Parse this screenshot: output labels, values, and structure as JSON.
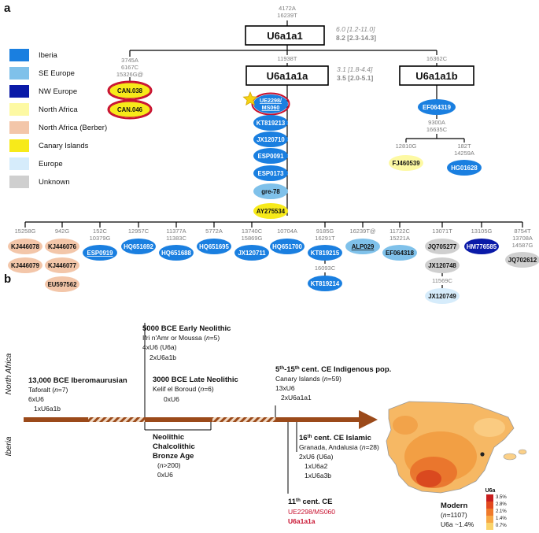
{
  "panels": {
    "a": "a",
    "b": "b"
  },
  "legend": [
    {
      "label": "Iberia",
      "color": "#1a7fe0"
    },
    {
      "label": "SE Europe",
      "color": "#7fc1ea"
    },
    {
      "label": "NW Europe",
      "color": "#0a1aa8"
    },
    {
      "label": "North Africa",
      "color": "#fdf9a3"
    },
    {
      "label": "North Africa (Berber)",
      "color": "#f3c6a9"
    },
    {
      "label": "Canary Islands",
      "color": "#f7ea1a"
    },
    {
      "label": "Europe",
      "color": "#d6ecfb"
    },
    {
      "label": "Unknown",
      "color": "#cfcfcf"
    }
  ],
  "tree": {
    "root_mutations": [
      "4172A",
      "16239T"
    ],
    "root": "U6a1a1",
    "root_age_italic": "6.0 [1.2-11.0]",
    "root_age_bold": "8.2 [2.3-14.3]",
    "can_mutations": [
      "3745A",
      "6167C",
      "15326G@"
    ],
    "can_samples": [
      "CAN.038",
      "CAN.046"
    ],
    "a_mutation": "11938T",
    "a_name": "U6a1a1a",
    "a_age_italic": "3.1 [1.8-4.4]",
    "a_age_bold": "3.5 [2.0-5.1]",
    "a_samples": [
      "UE2298/",
      "MS060",
      "KT819213",
      "JX120710",
      "ESP0091",
      "ESP0173",
      "gre-78",
      "AY275534"
    ],
    "b_mutation": "16362C",
    "b_name": "U6a1a1b",
    "b_samples": [
      "EF064319",
      "FJ460539",
      "HG01628"
    ],
    "b_mid_mutations": [
      "9300A",
      "16635C"
    ],
    "b_left_mutation": "12810G",
    "b_right_mutations": [
      "182T",
      "14259A"
    ],
    "lower": [
      {
        "muts": [
          "15258G"
        ],
        "samples": [
          "KJ446078",
          "KJ446079"
        ]
      },
      {
        "muts": [
          "942G"
        ],
        "samples": [
          "KJ446076",
          "KJ446077",
          "EU597562"
        ]
      },
      {
        "muts": [
          "152C",
          "10379G"
        ],
        "samples": [
          "ESP0919"
        ]
      },
      {
        "muts": [
          "12957C"
        ],
        "samples": [
          "HQ651692"
        ]
      },
      {
        "muts": [
          "11377A",
          "11383C"
        ],
        "samples": [
          "HQ651688"
        ]
      },
      {
        "muts": [
          "5772A"
        ],
        "samples": [
          "HQ651695"
        ]
      },
      {
        "muts": [
          "13740C",
          "15869G"
        ],
        "samples": [
          "JX120711"
        ]
      },
      {
        "muts": [
          "10704A"
        ],
        "samples": [
          "HQ651700"
        ]
      },
      {
        "muts": [
          "9185G",
          "16291T"
        ],
        "samples": [
          "KT819215"
        ],
        "sub_mut": "16093C",
        "sub_sample": "KT819214"
      },
      {
        "muts": [
          "16239T@"
        ],
        "samples": [
          "ALP029"
        ]
      },
      {
        "muts": [
          "11722C",
          "15221A"
        ],
        "samples": [
          "EF064318"
        ]
      },
      {
        "muts": [
          "13071T"
        ],
        "samples": [
          "JQ705277",
          "JX120748"
        ],
        "sub_mut": "11569C",
        "sub_sample": "JX120749"
      },
      {
        "muts": [
          "13105G"
        ],
        "samples": [
          "HM776585"
        ]
      },
      {
        "muts": [
          "8754T",
          "13708A",
          "14587G"
        ],
        "samples": [
          "JQ702612"
        ]
      }
    ]
  },
  "timeline": {
    "row_label_top": "North Africa",
    "row_label_bottom": "Iberia",
    "e1_title": "13,000 BCE Iberomaurusian",
    "e1_place": "Taforalt (",
    "e1_n": "n",
    "e1_count": "=7)",
    "e1_lines": [
      "6xU6",
      "1xU6a1b"
    ],
    "e2_title": "5000 BCE Early Neolithic",
    "e2_place": "Ifri n'Amr or Moussa (",
    "e2_n": "n",
    "e2_count": "=5)",
    "e2_lines": [
      "4xU6 (U6a)",
      "2xU6a1b"
    ],
    "e3_title": "3000 BCE Late Neolithic",
    "e3_place": "Kelif el Boroud (",
    "e3_n": "n",
    "e3_count": "=6)",
    "e3_lines": [
      "0xU6"
    ],
    "e4_title_sup": "th",
    "e4_title_a": "5",
    "e4_title_b": "-15",
    "e4_title_c": " cent. CE Indigenous pop.",
    "e4_place": "Canary Islands (",
    "e4_n": "n",
    "e4_count": "=59)",
    "e4_lines": [
      "13xU6",
      "2xU6a1a1"
    ],
    "e5_title": [
      "Neolithic",
      "Chalcolithic",
      "Bronze Age"
    ],
    "e5_n": "n",
    "e5_count": ">200)",
    "e5_lines": [
      "0xU6"
    ],
    "e6_title_a": "16",
    "e6_title_sup": "th",
    "e6_title_b": " cent. CE Islamic",
    "e6_place": "Granada, Andalusia (",
    "e6_n": "n",
    "e6_count": "=28)",
    "e6_lines": [
      "2xU6 (U6a)",
      "1xU6a2",
      "1xU6a3b"
    ],
    "e7_title_a": "11",
    "e7_title_sup": "th",
    "e7_title_b": " cent. CE",
    "e7_lines": [
      "UE2298/MS060",
      "U6a1a1a"
    ],
    "e8_title": "Modern",
    "e8_n": "n",
    "e8_count": "=1107)",
    "e8_freq": "U6a ~1.4%",
    "scale_title": "U6a",
    "scale_ticks": [
      "3.5%",
      "2.8%",
      "2.1%",
      "1.4%",
      "0.7%"
    ]
  }
}
